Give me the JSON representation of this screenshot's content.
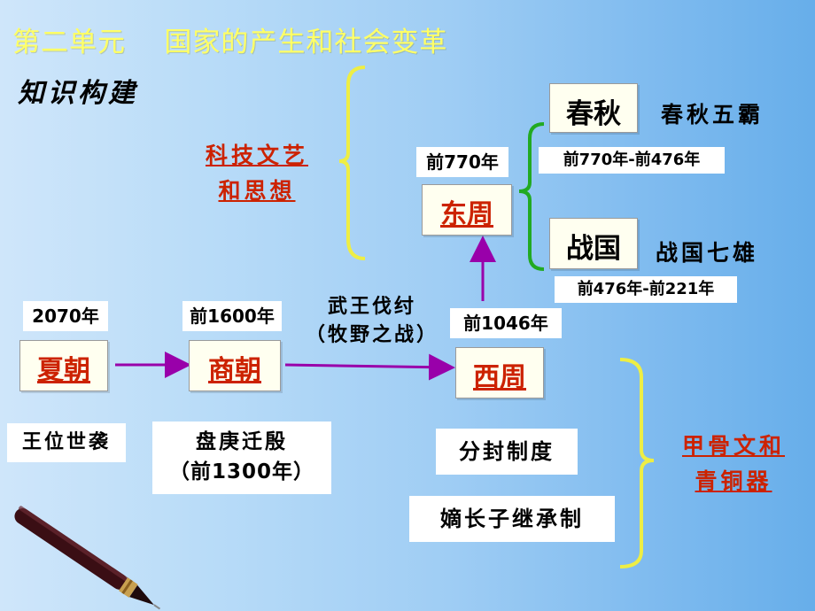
{
  "title": "第二单元    国家的产生和社会变革",
  "subtitle": "知识构建",
  "colors": {
    "title": "#ffff66",
    "dynasty_red": "#cc2200",
    "arrow": "#9900aa",
    "brace_yellow": "#eeee44",
    "brace_green": "#22aa22"
  },
  "xia": {
    "name": "夏朝",
    "year": "2070年",
    "feature": "王位世袭"
  },
  "shang": {
    "name": "商朝",
    "year": "前1600年",
    "feature_line1": "盘庚迁殷",
    "feature_line2": "（前1300年）"
  },
  "conquest": {
    "line1": "武王伐纣",
    "line2": "（牧野之战）"
  },
  "west_zhou": {
    "name": "西周",
    "year": "前1046年",
    "feature1": "分封制度",
    "feature2": "嫡长子继承制"
  },
  "east_zhou": {
    "name": "东周",
    "year": "前770年"
  },
  "spring_autumn": {
    "name": "春秋",
    "period": "前770年-前476年",
    "note": "春秋五霸"
  },
  "warring_states": {
    "name": "战国",
    "period": "前476年-前221年",
    "note": "战国七雄"
  },
  "culture_left": {
    "line1": "科技文艺",
    "line2": "和思想"
  },
  "culture_right": {
    "line1": "甲骨文和",
    "line2": "青铜器"
  }
}
